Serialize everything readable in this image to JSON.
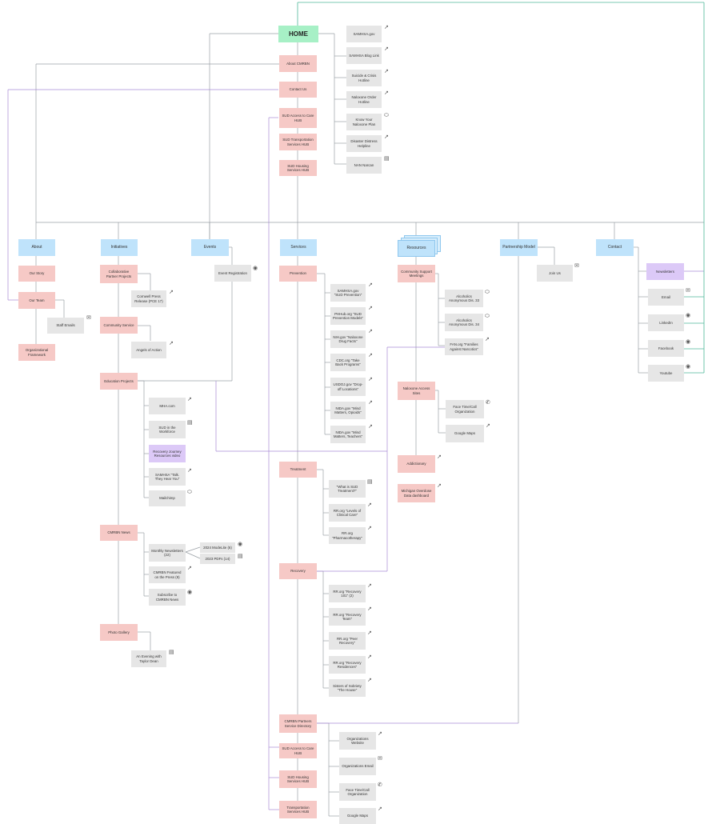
{
  "colors": {
    "home": "#a7f0c6",
    "section": "#bfe3fb",
    "page": "#f6c9c6",
    "link": "#e6e6e6",
    "highlight": "#dcc9f7",
    "line": "#9aa0a6",
    "teal_line": "#4fb89a",
    "purple_line": "#a98bd6"
  },
  "home": {
    "label": "HOME"
  },
  "top_links": {
    "samhsa": "SAMHSA.gov",
    "samhsa_blog": "SAMHSA Blog Link",
    "suicide": "Suicide & Crisis Hotline",
    "naloxone": "Naloxone Order Hotline",
    "know_before": "Know Your Naloxone Plan",
    "disaster": "Disaster Distress Helpline",
    "narcan": "NAN Narcan"
  },
  "home_pages": {
    "about_cmrbn": "About CMRBN",
    "contact_us": "Contact Us",
    "sud_access": "SUD Access to Care HUB",
    "sud_transport": "SUD Transportation Services HUB",
    "sud_housing": "SUD Housing Services HUB"
  },
  "sections": {
    "about": "About",
    "initiatives": "Initiatives",
    "events": "Events",
    "services": "Services",
    "resources": "Resources",
    "partnership": "Partnership Model",
    "contact": "Contact"
  },
  "about": {
    "our_story": "Our Story",
    "our_team": "Our Team",
    "staff_emails": "Staff Emails",
    "framework": "Organizational Framework"
  },
  "initiatives": {
    "collaborative": "Collaborative Partner Projects",
    "cornwell": "Cornwell Press Release (PCE 17)",
    "community": "Community Service",
    "angels": "Angels of Action",
    "education": "Education Projects",
    "mha": "MHA.com",
    "sud_workforce": "SUD in the Workforce",
    "recovery_journey": "Recovery Journey Resources video",
    "samhsa_talk": "SAMHSA \"Talk. They Hear You\"",
    "mailchimp": "Mailchimp",
    "news": "CMRBN News",
    "monthly": "Monthly Newsletters (22)",
    "modelite": "2024 ModeLite (6)",
    "pdfs": "2023 PDFs (14)",
    "featured": "CMRBN Featured on the Press (9)",
    "subscribe": "Subscribe to CMRBN News",
    "photo": "Photo Gallery",
    "evening": "An Evening with Taylor Dean"
  },
  "events": {
    "registration": "Event Registration"
  },
  "services": {
    "prevention": "Prevention",
    "p1": "SAMHSA.gov \"SUD Prevention\"",
    "p2": "PHHub.org \"SUD Prevention Models\"",
    "p3": "NIH.gov \"Naloxone Drug Facts\"",
    "p4": "CDC.org \"Take Back Programs\"",
    "p5": "USDOJ.gov \"Drop-off Locations\"",
    "p6": "NIDA.gov \"Mind Matters, Opioids\"",
    "p7": "NIDA.gov \"Mind Matters, Teachers\"",
    "treatment": "Treatment",
    "t1": "\"What is SUD Treatment?\"",
    "t2": "RR.org \"Levels of Clinical Care\"",
    "t3": "RR.org \"Pharmacotherapy\"",
    "recovery": "Recovery",
    "r1": "RR.org \"Recovery 101\" (2)",
    "r2": "RR.org \"Recovery Team\"",
    "r3": "RR.org \"Peer Recovery\"",
    "r4": "RR.org \"Recovery Residences\"",
    "r5": "Sisters of Sobriety \"The House\"",
    "directory": "CMRBN Partners Service Directory",
    "access": "SUD Access to Care HUB",
    "housing": "SUD Housing Services HUB",
    "transport": "Transportation Services HUB",
    "d1": "Organizations Website",
    "d2": "Organizations Email",
    "d3": "Face Time/Call Organization",
    "d4": "Google Maps"
  },
  "resources": {
    "support": "Community Support Meetings",
    "aa33": "Alcoholics Anonymous Dis. 33",
    "aa34": "Alcoholics Anonymous Dis. 34",
    "fan": "FAN.org \"Families Against Narcotics\"",
    "naloxone_sites": "Naloxone Access Sites",
    "facetime": "Face Time/Call Organization",
    "maps": "Google Maps",
    "addictionary": "Addictionary",
    "michigan": "Michigan Overdose Data dashboard"
  },
  "partnership": {
    "join": "Join Us"
  },
  "contact": {
    "newsletters": "Newsletters",
    "email": "Email",
    "linkedin": "LinkedIn",
    "facebook": "Facebook",
    "youtube": "Youtube"
  }
}
